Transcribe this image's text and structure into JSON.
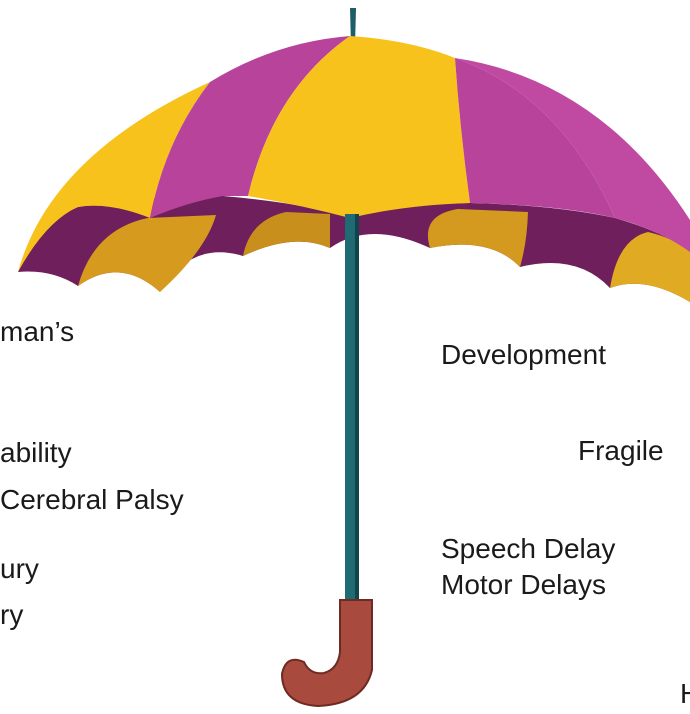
{
  "colors": {
    "yellow": "#f7c21b",
    "yellow_dark": "#d69b1e",
    "magenta": "#b7439b",
    "magenta_dark": "#7c2468",
    "shaft": "#1f6b73",
    "handle": "#a84a3d"
  },
  "left_labels": {
    "item1": "man’s",
    "item2": "ability",
    "item3": "Cerebral Palsy",
    "item4": "ury",
    "item5": "ry"
  },
  "right_labels": {
    "item1": "Development",
    "item2": "Fragile",
    "item3": "Speech Delay",
    "item4": "Motor Delays",
    "item5": "H"
  }
}
